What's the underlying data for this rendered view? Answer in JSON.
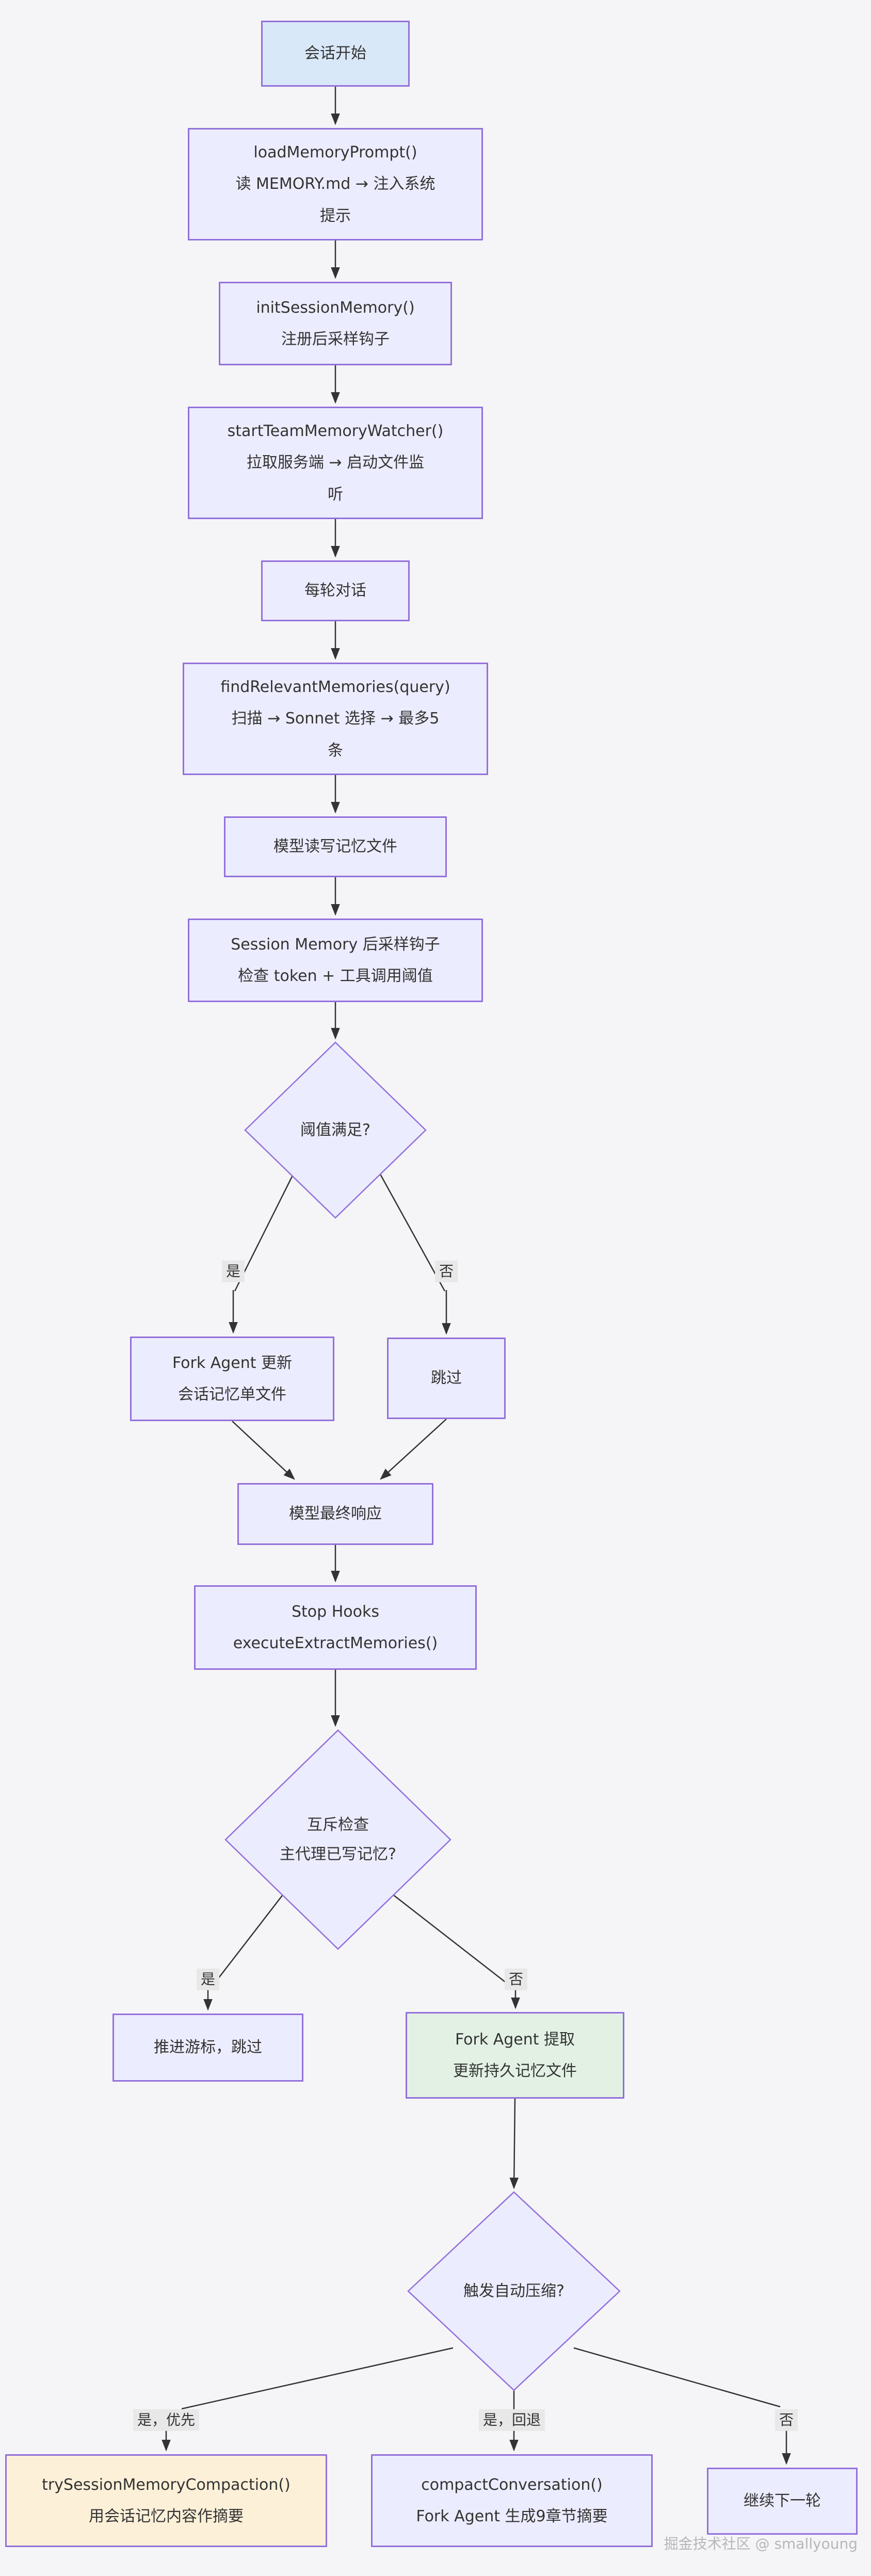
{
  "diagram": {
    "type": "flowchart-top-down",
    "watermark": "掘金技术社区 @ smallyoung",
    "colors": {
      "background": "#f5f5f7",
      "node_fill_default": "#ECECFF",
      "node_fill_start": "#d9e8f8",
      "node_fill_green": "#e2f1e4",
      "node_fill_orange": "#fcf0d8",
      "node_border": "#9370DB",
      "edge_stroke": "#333333",
      "edge_label_bg": "#e8e8e8",
      "text": "#333333"
    }
  },
  "nodes": {
    "start": {
      "lines": [
        "会话开始"
      ]
    },
    "load": {
      "lines": [
        "loadMemoryPrompt()",
        "读 MEMORY.md → 注入系统",
        "提示"
      ]
    },
    "init": {
      "lines": [
        "initSessionMemory()",
        "注册后采样钩子"
      ]
    },
    "watcher": {
      "lines": [
        "startTeamMemoryWatcher()",
        "拉取服务端 → 启动文件监",
        "听"
      ]
    },
    "turn": {
      "lines": [
        "每轮对话"
      ]
    },
    "find": {
      "lines": [
        "findRelevantMemories(query)",
        "扫描 → Sonnet 选择 → 最多5",
        "条"
      ]
    },
    "rw": {
      "lines": [
        "模型读写记忆文件"
      ]
    },
    "session": {
      "lines": [
        "Session Memory 后采样钩子",
        "检查 token + 工具调用阈值"
      ]
    },
    "d1": {
      "lines": [
        "阈值满足?"
      ]
    },
    "fork1": {
      "lines": [
        "Fork Agent 更新",
        "会话记忆单文件"
      ]
    },
    "skip1": {
      "lines": [
        "跳过"
      ]
    },
    "resp": {
      "lines": [
        "模型最终响应"
      ]
    },
    "stop": {
      "lines": [
        "Stop Hooks",
        "executeExtractMemories()"
      ]
    },
    "d2": {
      "lines": [
        "互斥检查",
        "主代理已写记忆?"
      ]
    },
    "cursor": {
      "lines": [
        "推进游标，跳过"
      ]
    },
    "green": {
      "lines": [
        "Fork Agent 提取",
        "更新持久记忆文件"
      ]
    },
    "d3": {
      "lines": [
        "触发自动压缩?"
      ]
    },
    "boxA": {
      "lines": [
        "trySessionMemoryCompaction()",
        "用会话记忆内容作摘要"
      ]
    },
    "boxB": {
      "lines": [
        "compactConversation()",
        "Fork Agent 生成9章节摘要"
      ]
    },
    "boxC": {
      "lines": [
        "继续下一轮"
      ]
    }
  },
  "edge_labels": {
    "d1_yes": "是",
    "d1_no": "否",
    "d2_yes": "是",
    "d2_no": "否",
    "d3_yes_first": "是，优先",
    "d3_yes_fallback": "是，回退",
    "d3_no": "否"
  }
}
